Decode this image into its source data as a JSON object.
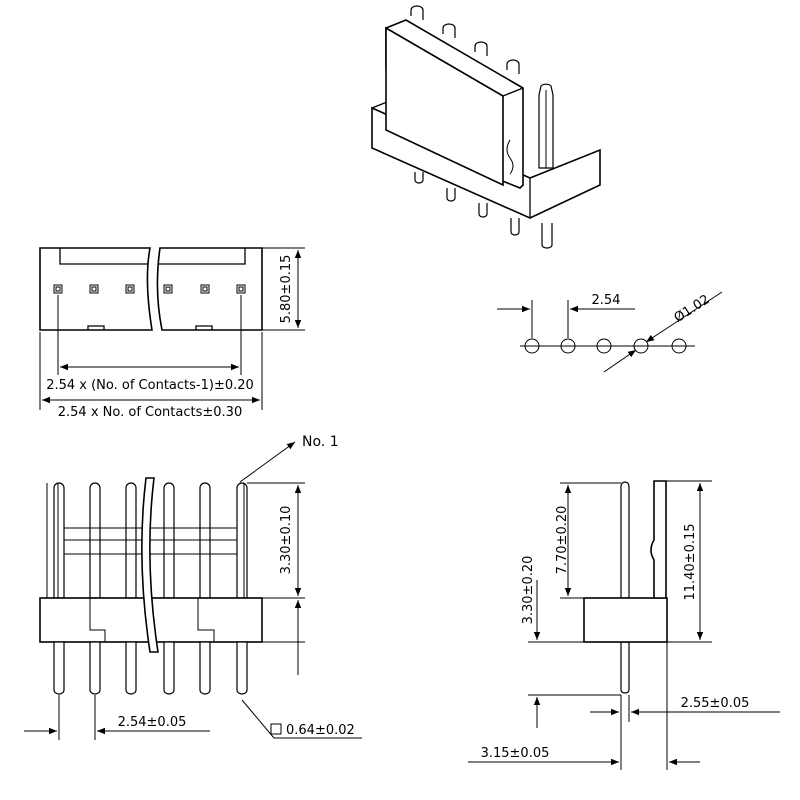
{
  "labels": {
    "pitch_height": "5.80±0.15",
    "contacts_minus_one": "2.54 x (No. of Contacts-1)±0.20",
    "contacts_total": "2.54 x No. of Contacts±0.30",
    "hole_pitch": "2.54",
    "hole_dia": "Ø1.02",
    "no1": "No. 1",
    "pin_above": "3.30±0.10",
    "pin_pitch": "2.54±0.05",
    "pin_square": "0.64±0.02",
    "side_upper": "7.70±0.20",
    "side_total": "11.40±0.15",
    "side_lower": "3.30±0.20",
    "side_offset": "2.55±0.05",
    "side_body": "3.15±0.05"
  }
}
